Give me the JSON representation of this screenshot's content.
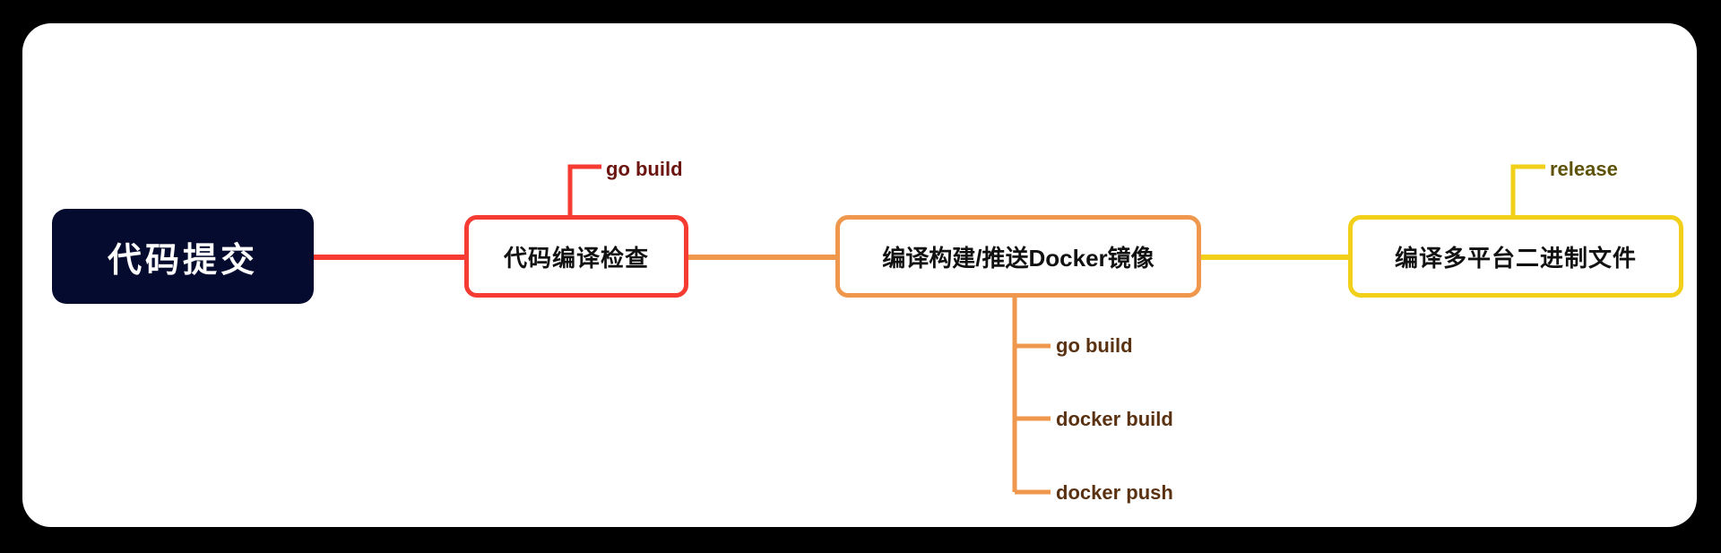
{
  "diagram": {
    "type": "mindmap",
    "title": "",
    "canvas": {
      "background_color": "#000000",
      "card_color": "#ffffff"
    },
    "root": {
      "label": "代码提交",
      "fill_color": "#050b2e",
      "text_color": "#ffffff"
    },
    "branches": [
      {
        "id": "compile-check",
        "label": "代码编译检查",
        "color": "#f53b32",
        "text_color": "#111111",
        "leaf_text_color": "#6b1410",
        "leaves": [
          "go build"
        ]
      },
      {
        "id": "docker-image",
        "label": "编译构建/推送Docker镜像",
        "color": "#ef974d",
        "text_color": "#111111",
        "leaf_text_color": "#5a3211",
        "leaves": [
          "go build",
          "docker build",
          "docker push"
        ]
      },
      {
        "id": "multiplatform-binary",
        "label": "编译多平台二进制文件",
        "color": "#f2d019",
        "text_color": "#111111",
        "leaf_text_color": "#5e5208",
        "leaves": [
          "release"
        ]
      }
    ]
  }
}
